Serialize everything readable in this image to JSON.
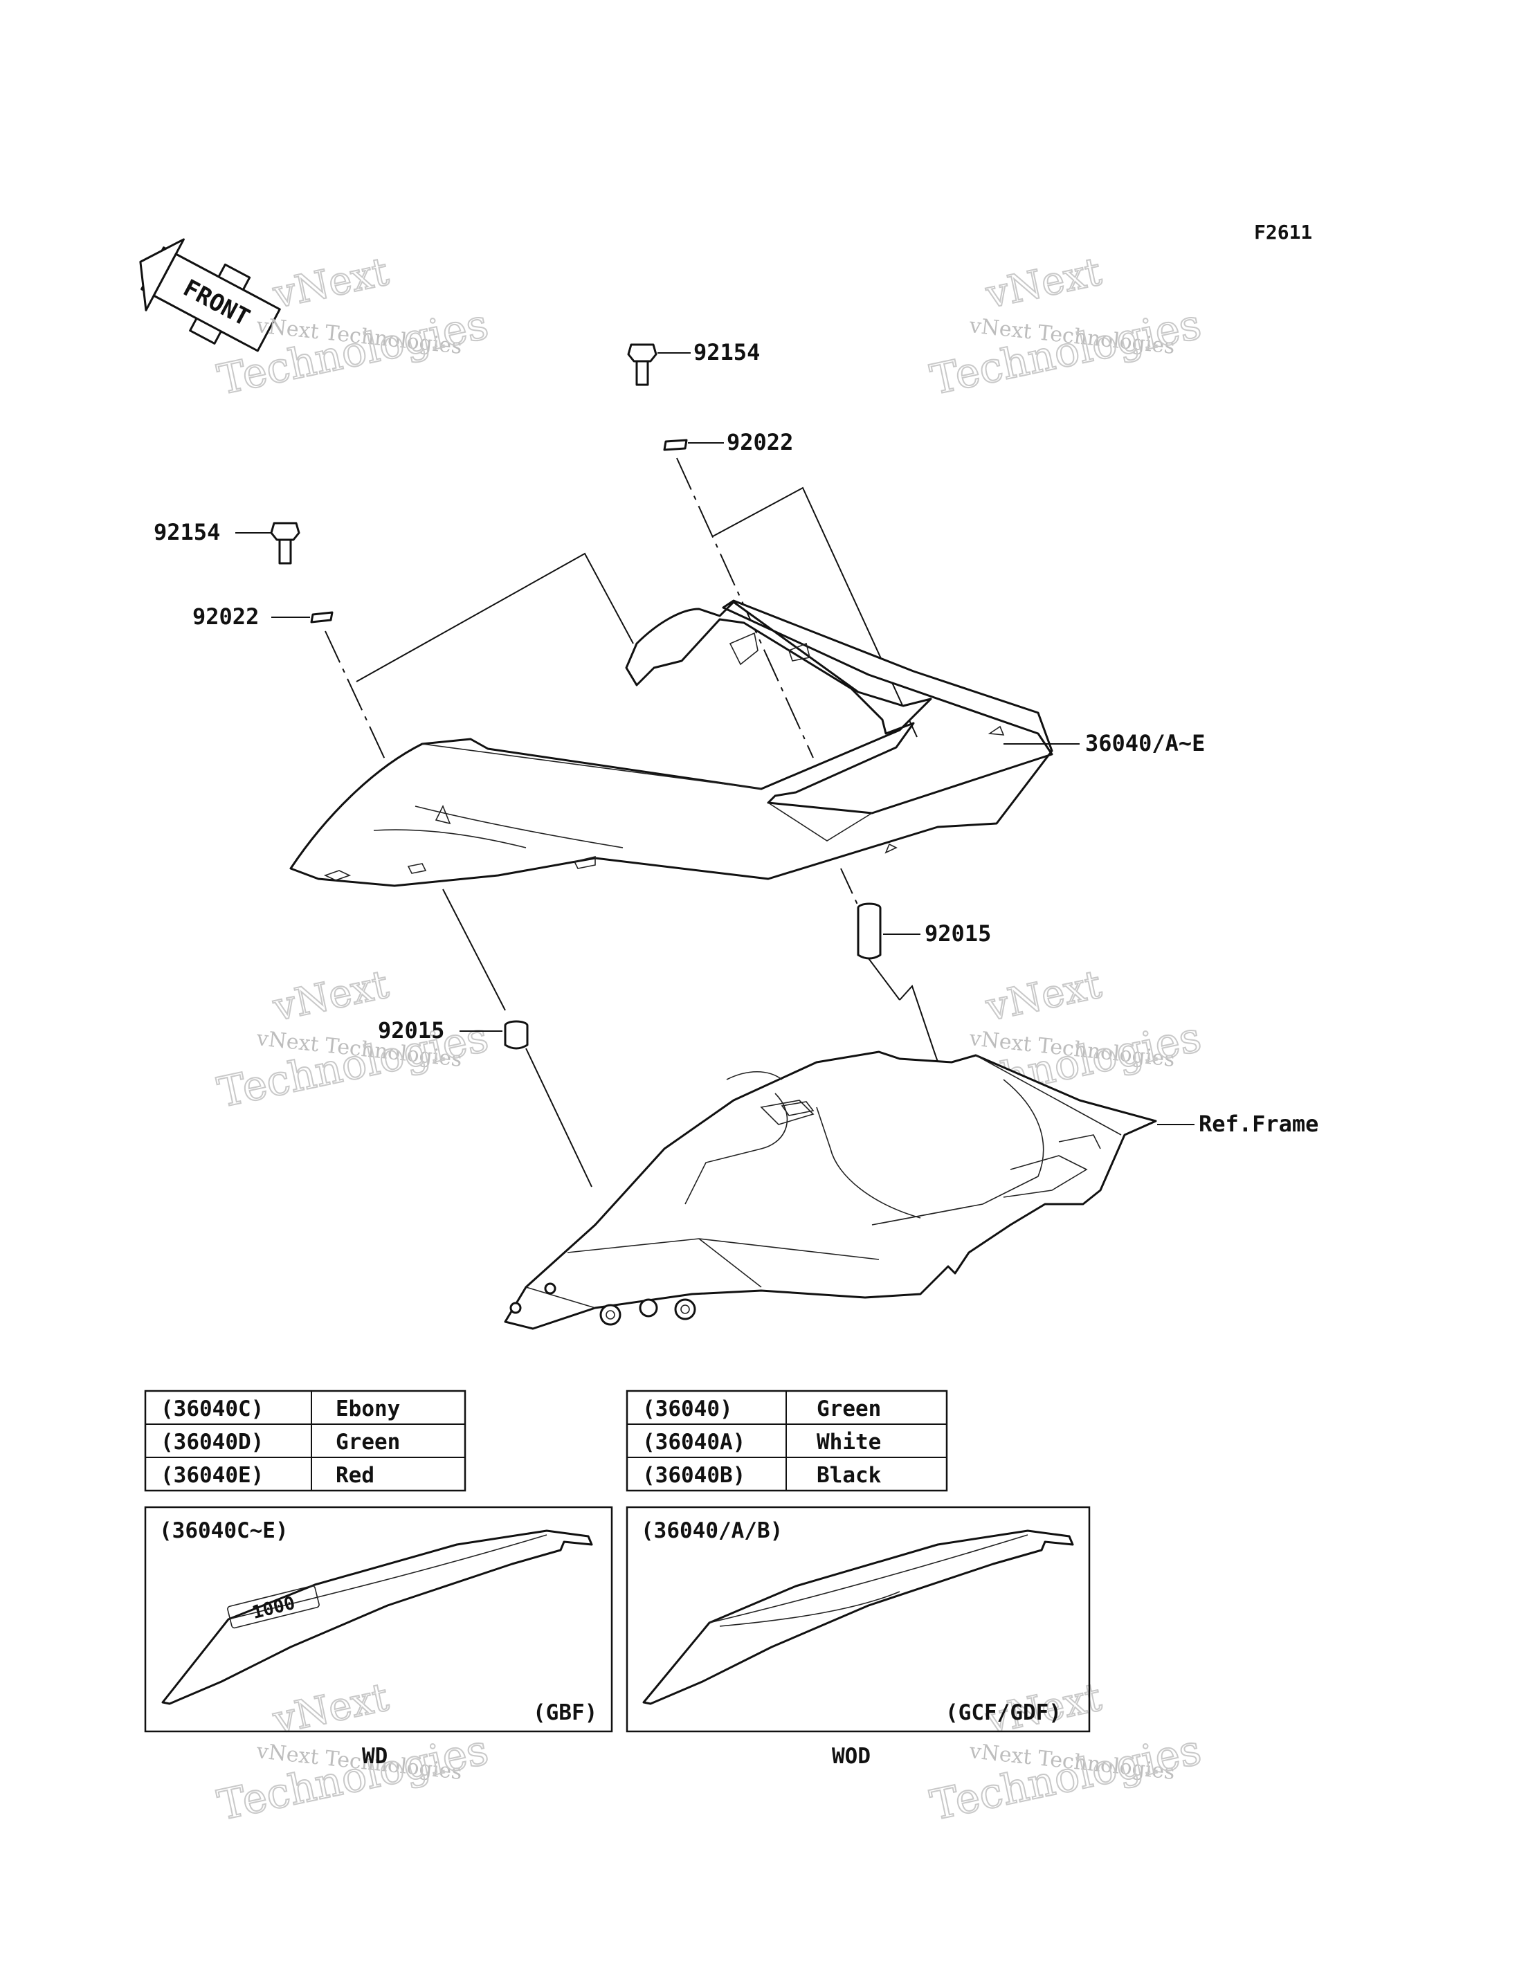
{
  "figure_code": "F2611",
  "front_arrow_label": "FRONT",
  "watermark": {
    "line1": "vNext",
    "line2": "vNext Technologies",
    "line3": "Technologies"
  },
  "callouts": {
    "bolt_top": "92154",
    "washer_top": "92022",
    "bolt_left": "92154",
    "washer_left": "92022",
    "cover": "36040/A~E",
    "bushing_right": "92015",
    "bushing_left": "92015",
    "frame": "Ref.Frame"
  },
  "color_table_left": [
    {
      "code": "(36040C)",
      "color": "Ebony"
    },
    {
      "code": "(36040D)",
      "color": "Green"
    },
    {
      "code": "(36040E)",
      "color": "Red"
    }
  ],
  "color_table_right": [
    {
      "code": "(36040)",
      "color": "Green"
    },
    {
      "code": "(36040A)",
      "color": "White"
    },
    {
      "code": "(36040B)",
      "color": "Black"
    }
  ],
  "variant_left": {
    "title": "(36040C~E)",
    "model": "(GBF)",
    "emblem": "1000",
    "caption": "WD"
  },
  "variant_right": {
    "title": "(36040/A/B)",
    "model": "(GCF/GDF)",
    "caption": "WOD"
  }
}
